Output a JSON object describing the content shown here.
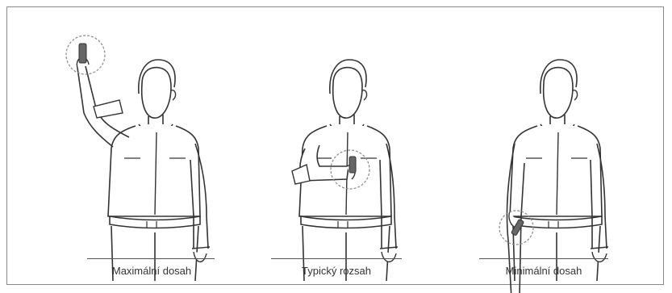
{
  "figures": [
    {
      "caption": "Maximální dosah"
    },
    {
      "caption": "Typický rozsah"
    },
    {
      "caption": "Minimální dosah"
    }
  ],
  "colors": {
    "line": "#333333",
    "highlight_fill": "#666666",
    "circle": "#888888",
    "frame": "#8a8a8a"
  }
}
